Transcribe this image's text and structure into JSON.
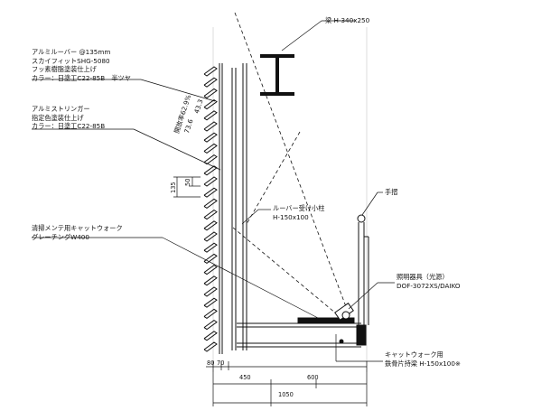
{
  "annotations": {
    "beam": "梁 H-340x250",
    "louver": [
      "アルミルーバー @135mm",
      "スカイフィットSHG-5080",
      "フッ素樹脂塗装仕上げ",
      "カラー：日塗工C22-85B　半ツヤ"
    ],
    "stringer": [
      "アルミストリンガー",
      "指定色塗装仕上げ",
      "カラー：日塗工C22-85B"
    ],
    "catwalk_grating": [
      "清掃メンテ用キャットウォーク",
      "グレーチングW400"
    ],
    "louver_post": [
      "ルーバー受け小柱",
      "H-150x100"
    ],
    "handrail": "手摺",
    "lighting": [
      "照明器具（光源）",
      "DOF-3072XS/DAIKO"
    ],
    "catwalk_bracket": [
      "キャットウォーク用",
      "鉄骨片持梁 H-150x100※"
    ],
    "opening_ratio": "開放率62.9%",
    "angles": [
      "73.6",
      "43.3"
    ]
  },
  "dimensions": {
    "louver_pitch": "135",
    "louver_depth": "50",
    "bottom": [
      "80",
      "70",
      "450",
      "600"
    ],
    "total": "1050"
  },
  "colors": {
    "line": "#111111",
    "background": "#ffffff"
  }
}
